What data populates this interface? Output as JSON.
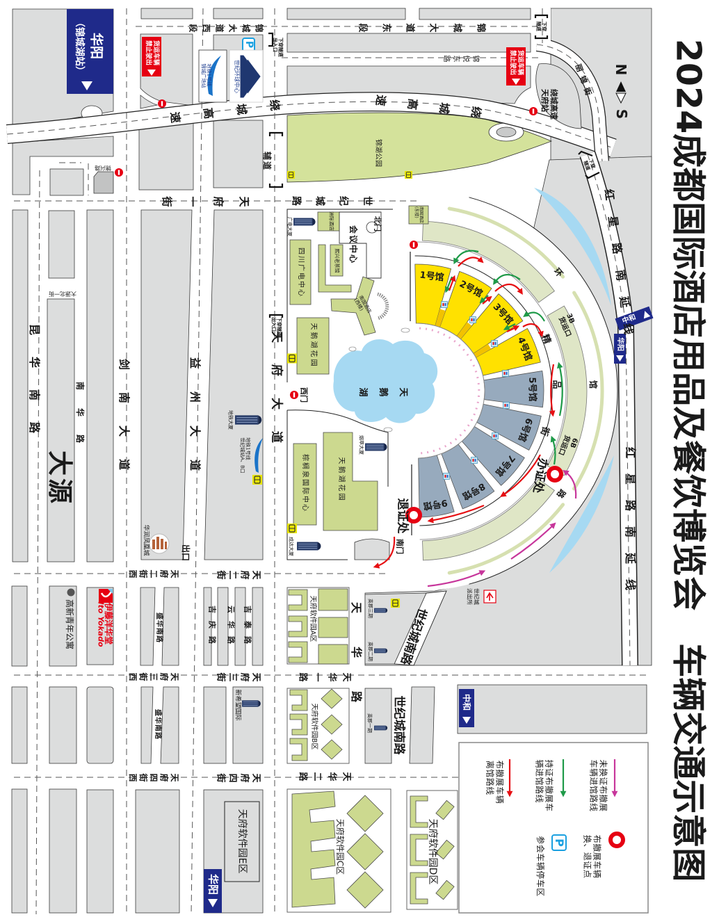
{
  "title": "2024成都国际酒店用品及餐饮博览会 车辆交通示意图",
  "compass": {
    "north": "N",
    "south": "S"
  },
  "district": "大源",
  "roads": {
    "jincheng_avenue_west": "锦城大道西段",
    "jincheng_avenue_east": "锦城大道东段",
    "jinyue_east_road": "锦悦东路",
    "ring_expressway": "绕城高速",
    "tianfu_1st_street": "天府一街",
    "shijicheng_road": "世纪城路",
    "tianfu_avenue": "天府大道",
    "yizhou_avenue": "益州大道",
    "jiannan_avenue": "剑南大道",
    "kunhua_south_road": "昆华南路",
    "nanhua_road": "南华路",
    "tianfu_2nd_street_west": "天府二街西",
    "tianfu_2nd_street": "天府二街",
    "tianfu_3rd_street_west": "天府三街西",
    "tianfu_3rd_street": "天府三街",
    "tianfu_4th_street_west": "天府四街西",
    "tianfu_4th_street": "天府四街",
    "tianhua_1st_road": "天华一路",
    "tianhua_2nd_road": "天华二路",
    "tianhua_road": "天华路",
    "shijicheng_south_road": "世纪城南路",
    "hongxing_south_extension": "红星路南延线",
    "lijin_street": "丽锦街",
    "service_road": "辅道",
    "shenghua_south_road": "盛华南路",
    "jiqing_road": "吉庆路",
    "yunhua_road": "云华路",
    "jitai_road": "吉泰路",
    "jinxing_road": "锦兴路",
    "dayuan_north_1st_street": "大源北一街"
  },
  "venue": {
    "halls": [
      {
        "label": "1号馆",
        "zone": "yellow"
      },
      {
        "label": "2号馆",
        "zone": "yellow"
      },
      {
        "label": "3号馆",
        "zone": "yellow"
      },
      {
        "label": "4号馆",
        "zone": "yellow"
      },
      {
        "label": "5号馆",
        "zone": "gray"
      },
      {
        "label": "6号馆",
        "zone": "gray"
      },
      {
        "label": "7号馆",
        "zone": "gray"
      },
      {
        "label": "8号馆",
        "zone": "gray"
      },
      {
        "label": "9号馆",
        "zone": "gray"
      }
    ],
    "inner_ring_road": {
      "name": "精品街",
      "chars": [
        "精",
        "品",
        "街"
      ]
    },
    "outer_ring_road": {
      "name": "环馆路",
      "chars": [
        "环",
        "馆",
        "路"
      ]
    },
    "freight_gates": [
      {
        "code": "3B",
        "label": "货运口"
      },
      {
        "code": "6B",
        "label": "货运口"
      }
    ],
    "gates": {
      "north": "北门",
      "west": "西门",
      "south": "南门"
    },
    "permit_office": "办证处",
    "permit_return": "退证处",
    "lake": "天鹅湖"
  },
  "landmarks": {
    "jinhu_park": "锦湖公园",
    "conference_center": "会议中心",
    "intercontinental_hotel": "洲际酒店",
    "xixing_teahouse": "熙兴老茶馆",
    "nanguo_hotel_west": [
      "南国酒店",
      "(西楼)"
    ],
    "nanguo_hotel_east": [
      "南国酒店",
      "(东楼)"
    ],
    "sichuan_broadcast_center": "四川广电中心",
    "swan_lake_garden": "天鹅湖花园",
    "broadcast_tower": "广电大厦",
    "tobacco_tower": "烟草大厦",
    "palm_springs_center": "棕榈泉国际中心",
    "chengda_tower": "成达大厦",
    "metro_tower": "地铁大厦",
    "metro_shijicheng": [
      "地铁1号线",
      "世纪城站A、B口"
    ],
    "metro_jincheng": [
      "地铁1号线",
      "锦城广场站"
    ],
    "global_center": "世纪环球中心",
    "huarun_phoenix_city": "华润凤凰城",
    "exit": "出口",
    "youth_apartment": "高新青年公寓",
    "ito_yokado_cn": "伊藤洋华堂",
    "ito_yokado_en": "Ito Yokado",
    "new_hope_international": "新希望国际",
    "software_park_a": "天府软件园A区",
    "software_park_b": "天府软件园B区",
    "software_park_c": "天府软件园C区",
    "software_park_d": "天府软件园D区",
    "software_park_e": "天府软件园E区",
    "yingjun_phase3": "英郡三期",
    "yingjun_phase2": "英郡二期",
    "yingjun_phase1": "英郡一期",
    "police_station": [
      "世纪城",
      "派出所"
    ],
    "ring_tianfu_station": [
      "绕城高速",
      "天府站"
    ]
  },
  "tunnels": {
    "underpass": [
      "下穿",
      "隧道"
    ],
    "underpass_entrance": [
      "下穿隧道",
      "出入口"
    ]
  },
  "signs": {
    "huayang_jinchenghu": {
      "name": "华阳",
      "sub": "（锦城湖站）"
    },
    "huayang": "华阳",
    "zhonghe": "中和",
    "freight_ban": [
      "货运车辆",
      "禁止驶出"
    ],
    "parking": "P"
  },
  "legend": {
    "items": [
      {
        "label": "未换证布撤展车辆进馆路线",
        "lines": [
          "未换证布撤展",
          "车辆进馆路线"
        ],
        "symbol": "arrow",
        "color": "#c7369b"
      },
      {
        "label": "持证布撤展车辆进馆路线",
        "lines": [
          "持证布撤展车",
          "辆进馆路线"
        ],
        "symbol": "arrow",
        "color": "#1e9a48"
      },
      {
        "label": "布撤展车辆离馆路线",
        "lines": [
          "布撤展车辆",
          "离馆路线"
        ],
        "symbol": "arrow",
        "color": "#e60f13"
      },
      {
        "label": "布撤展车辆换、退证点",
        "lines": [
          "布撤展车辆",
          "换、退证点"
        ],
        "symbol": "red-ring",
        "color": "#e60f13"
      },
      {
        "label": "参会车辆停车区",
        "lines": [
          "参会车辆停车区"
        ],
        "symbol": "parking",
        "icon_text": "P",
        "color": "#1aa0e0"
      }
    ]
  },
  "colors": {
    "hall_yellow": "#ffe100",
    "hall_gray": "#97aabd",
    "route_purple": "#c7369b",
    "route_green": "#1e9a48",
    "route_red": "#e60f13",
    "sign_navy": "#1f2a8a",
    "park_green": "#d4e29b",
    "block_gray": "#dcdddd",
    "water_blue": "#a6d9f2"
  }
}
